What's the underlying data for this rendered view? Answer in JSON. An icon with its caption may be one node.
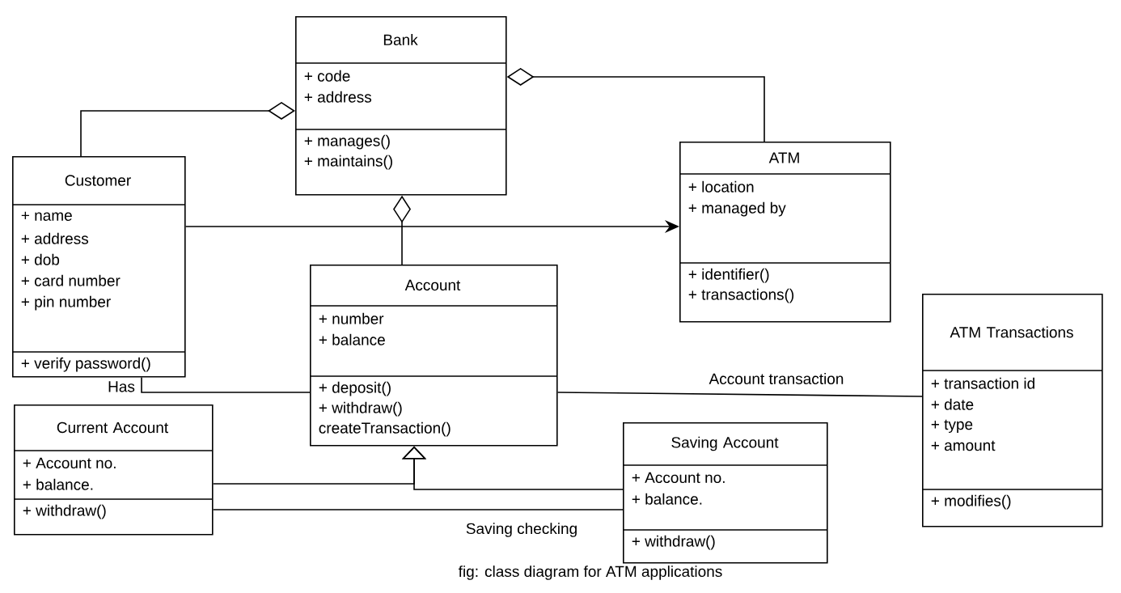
{
  "diagram": {
    "caption": "fig: class diagram for ATM applications",
    "nodes": [
      {
        "text": [
          "Bank",
          "+ code",
          "+ address",
          "+ manages()",
          "+ maintains()"
        ]
      },
      {
        "text": [
          "Customer",
          "+ name",
          "+ address",
          "+ dob",
          "+ card number",
          "+ pin number",
          "+ verify password()"
        ]
      },
      {
        "text": [
          "ATM",
          "+ location",
          "+ managed by",
          "+ identifier()",
          "+ transactions()"
        ]
      },
      {
        "text": [
          "Account",
          "+ number",
          "+ balance",
          "+ deposit()",
          "+ withdraw()",
          "createTransaction()"
        ]
      },
      {
        "text": [
          "ATM Transactions",
          "+ transaction id",
          "+ date",
          "+ type",
          "+ amount",
          "+ modifies()"
        ]
      },
      {
        "text": [
          "Current Account",
          "+ Account no.",
          "+ balance.",
          "+ withdraw()"
        ]
      },
      {
        "text": [
          "Saving Account",
          "+ Account no.",
          "+ balance.",
          "+ withdraw()"
        ]
      }
    ],
    "edges": [
      {
        "from": 1,
        "to": 0,
        "arrow": "other"
      },
      {
        "from": 2,
        "to": 0,
        "arrow": "other"
      },
      {
        "from": 3,
        "to": 0,
        "arrow": "other"
      },
      {
        "from": 1,
        "to": 2,
        "arrow": "to"
      },
      {
        "from": 1,
        "to": 3,
        "arrow": "none",
        "label": "Has"
      },
      {
        "from": 3,
        "to": 4,
        "arrow": "none",
        "label": "Account transaction"
      },
      {
        "from": 5,
        "to": 3,
        "arrow": "to"
      },
      {
        "from": 6,
        "to": 3,
        "arrow": "to"
      },
      {
        "from": 5,
        "to": 6,
        "arrow": "none",
        "label": "Saving checking"
      }
    ]
  }
}
